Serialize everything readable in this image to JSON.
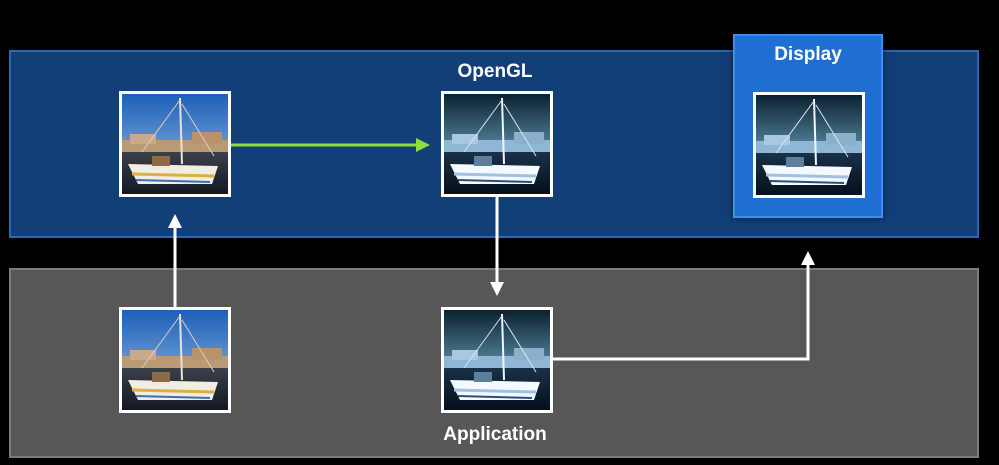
{
  "labels": {
    "opengl": "OpenGL",
    "display": "Display",
    "application": "Application"
  },
  "colors": {
    "opengl_band": "#123f78",
    "application_band": "#575757",
    "display_box": "#1f6ed2",
    "highlight_arrow": "#8fdc3a",
    "arrow": "#ffffff"
  },
  "images": [
    {
      "id": "opengl-source",
      "tone": "normal"
    },
    {
      "id": "opengl-filtered",
      "tone": "filtered"
    },
    {
      "id": "display-output",
      "tone": "filtered"
    },
    {
      "id": "application-source",
      "tone": "normal"
    },
    {
      "id": "application-filtered",
      "tone": "filtered"
    }
  ]
}
